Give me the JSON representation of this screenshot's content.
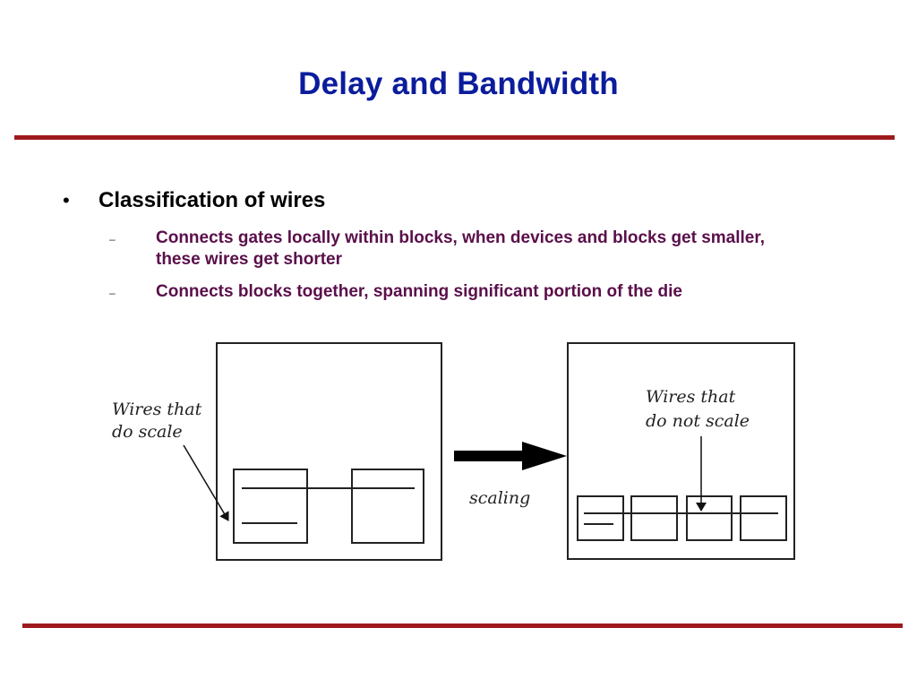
{
  "slide": {
    "title": "Delay and Bandwidth",
    "bullet": {
      "text": "Classification of wires",
      "marker": "•",
      "sub_items": [
        {
          "marker": "–",
          "lines": [
            "Connects gates locally within blocks, when devices and blocks get smaller,",
            "these wires get shorter"
          ]
        },
        {
          "marker": "–",
          "lines": [
            "Connects blocks together, spanning significant portion of the die"
          ]
        }
      ]
    }
  },
  "figure": {
    "left_label_lines": [
      "Wires that",
      "do scale"
    ],
    "right_label_lines": [
      "Wires that",
      "do not scale"
    ],
    "arrow_label": "scaling"
  },
  "colors": {
    "title": "#0b1c9c",
    "rule": "#9e1a1d",
    "sub_text": "#5a0f4a",
    "body_text": "#000000"
  }
}
